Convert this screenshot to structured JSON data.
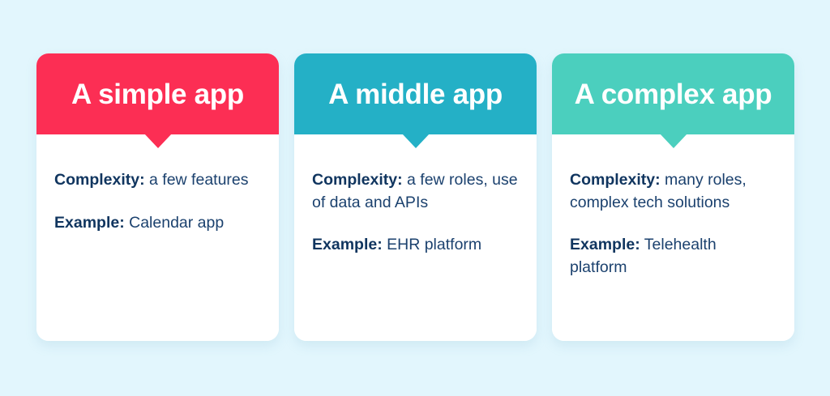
{
  "background_color": "#e2f6fd",
  "body_text_color": "#10355f",
  "cards": [
    {
      "id": "simple-app",
      "title": "A simple app",
      "accent_color": "#fc2e54",
      "rows": [
        {
          "label": "Complexity:",
          "value": " a few features"
        },
        {
          "label": "Example:",
          "value": " Calendar app"
        }
      ]
    },
    {
      "id": "middle-app",
      "title": "A middle app",
      "accent_color": "#24b0c6",
      "rows": [
        {
          "label": "Complexity:",
          "value": " a few roles, use of data and APIs"
        },
        {
          "label": "Example:",
          "value": " EHR platform"
        }
      ]
    },
    {
      "id": "complex-app",
      "title": "A complex app",
      "accent_color": "#4bcfbe",
      "rows": [
        {
          "label": "Complexity:",
          "value": " many roles, complex tech solutions"
        },
        {
          "label": "Example:",
          "value": " Telehealth platform"
        }
      ]
    }
  ]
}
